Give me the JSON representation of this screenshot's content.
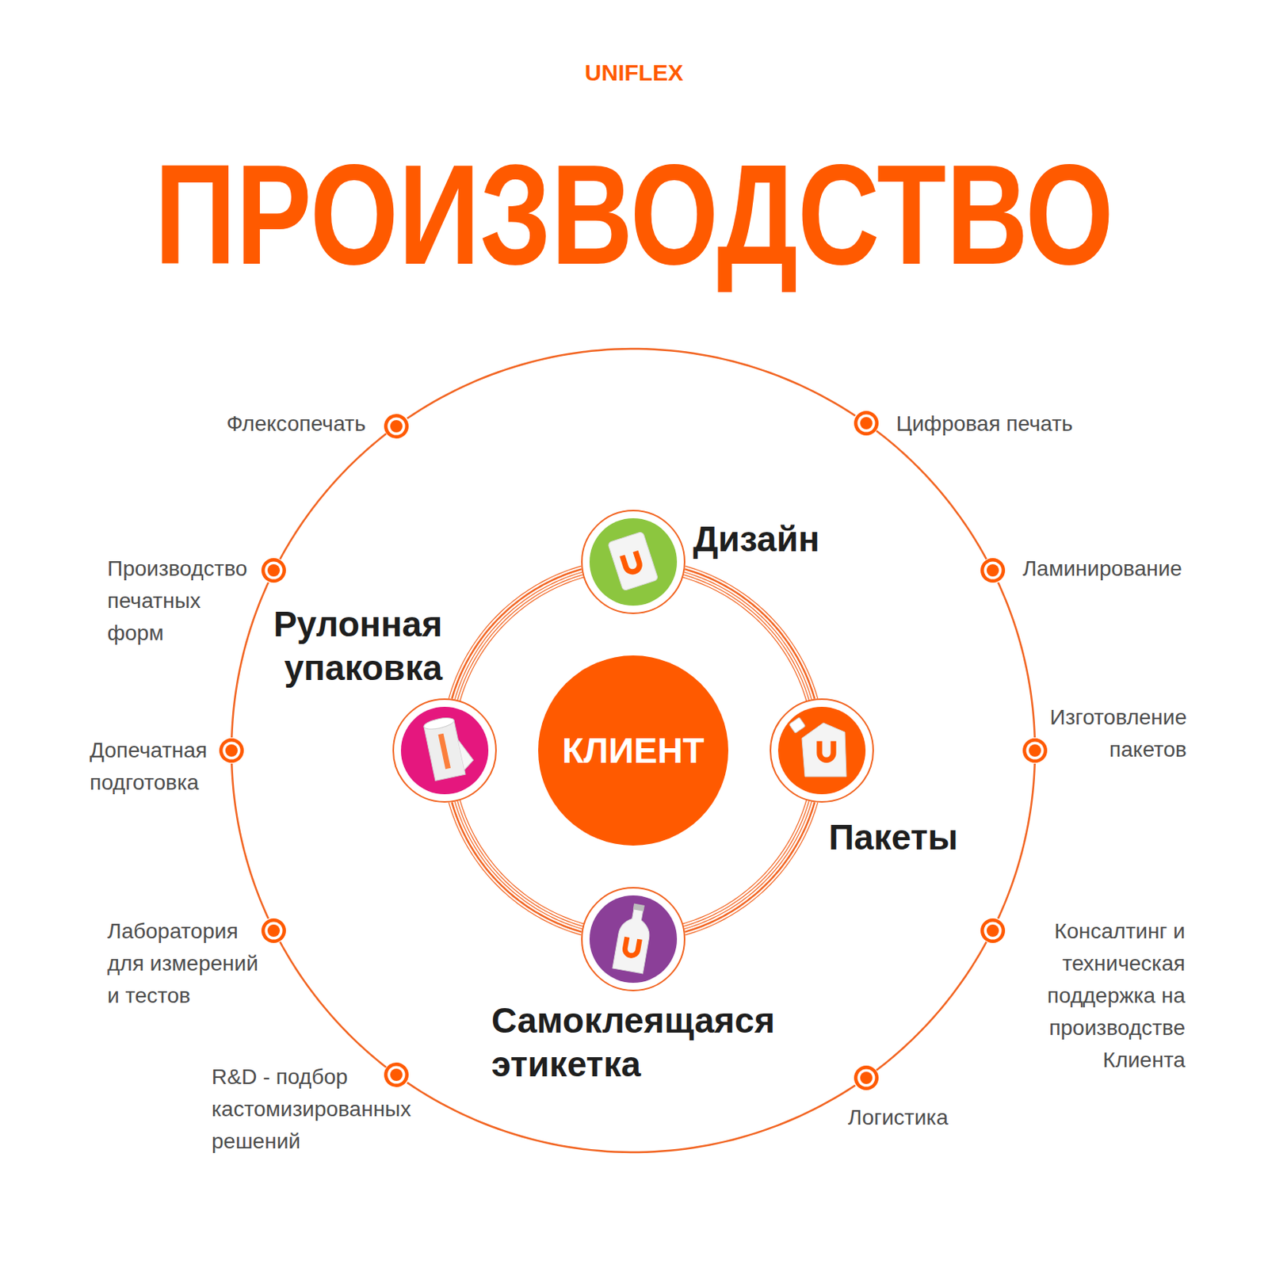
{
  "diagram": {
    "title": "ПРОИЗВОДСТВО",
    "nodes": [
      {
        "text": [
          "Флексопечать"
        ]
      },
      {
        "text": [
          "Цифровая печать"
        ]
      },
      {
        "text": [
          "Производство печатных форм"
        ]
      },
      {
        "text": [
          "Ламинирование"
        ]
      },
      {
        "text": [
          "Допечатная подготовка"
        ]
      },
      {
        "text": [
          "Изготовление пакетов"
        ]
      },
      {
        "text": [
          "Лаборатория для измерений и тестов"
        ]
      },
      {
        "text": [
          "Консалтинг и техническая поддержка на производстве Клиента"
        ]
      },
      {
        "text": [
          "R&D - подбор кастомизированных решений"
        ]
      },
      {
        "text": [
          "Логистика"
        ]
      },
      {
        "text": [
          "Дизайн"
        ]
      },
      {
        "text": [
          "Рулонная упаковка"
        ]
      },
      {
        "text": [
          "КЛИЕНТ"
        ]
      },
      {
        "text": [
          "Пакеты"
        ]
      },
      {
        "text": [
          "Самоклеящаяся этикетка"
        ]
      }
    ],
    "edges": [
      {
        "from": 0,
        "to": 1,
        "arrow": "none"
      },
      {
        "from": 1,
        "to": 3,
        "arrow": "none"
      },
      {
        "from": 3,
        "to": 5,
        "arrow": "none"
      },
      {
        "from": 5,
        "to": 7,
        "arrow": "none"
      },
      {
        "from": 7,
        "to": 9,
        "arrow": "none"
      },
      {
        "from": 9,
        "to": 8,
        "arrow": "none"
      },
      {
        "from": 8,
        "to": 6,
        "arrow": "none"
      },
      {
        "from": 6,
        "to": 4,
        "arrow": "none"
      },
      {
        "from": 4,
        "to": 2,
        "arrow": "none"
      },
      {
        "from": 2,
        "to": 0,
        "arrow": "none"
      },
      {
        "from": 10,
        "to": 13,
        "arrow": "none"
      },
      {
        "from": 13,
        "to": 14,
        "arrow": "none"
      },
      {
        "from": 14,
        "to": 11,
        "arrow": "none"
      },
      {
        "from": 11,
        "to": 10,
        "arrow": "none"
      }
    ],
    "labels": [
      "UNIFLEX"
    ]
  }
}
